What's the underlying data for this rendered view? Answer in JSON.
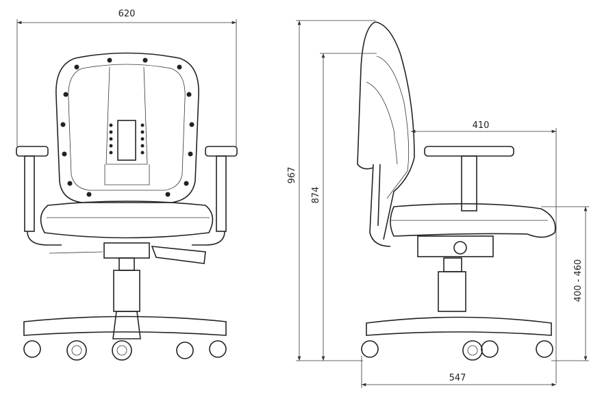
{
  "dimensions": {
    "overall_width": "620",
    "overall_height": "967",
    "backrest_height": "874",
    "armrest_depth": "410",
    "seat_height_range": "400 - 460",
    "base_depth": "547"
  },
  "colors": {
    "line": "#222222",
    "background": "#ffffff"
  }
}
